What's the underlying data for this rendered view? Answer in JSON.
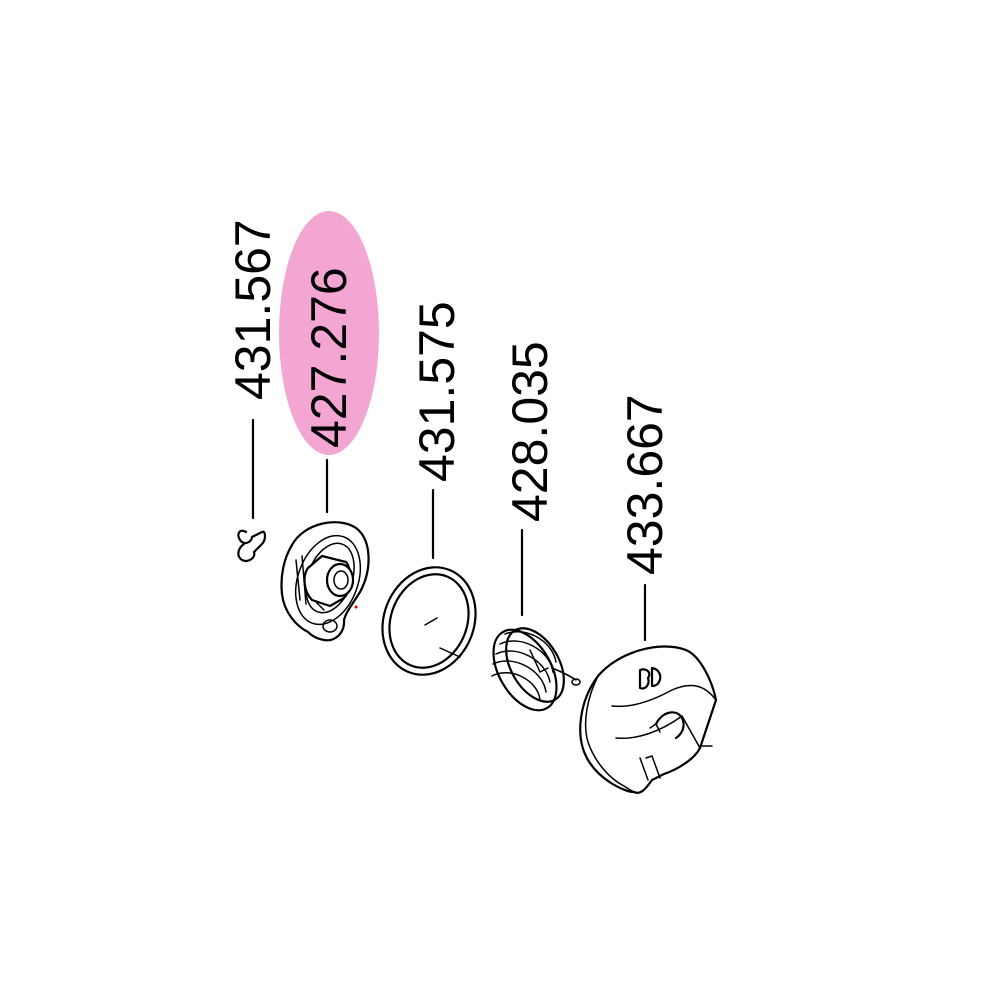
{
  "diagram": {
    "highlight_color": "#f4a6d2",
    "highlighted_part": "427.276",
    "parts": [
      {
        "id": "part-1",
        "number": "431.567",
        "component": "clip-icon"
      },
      {
        "id": "part-2",
        "number": "427.276",
        "component": "hub-flange-icon"
      },
      {
        "id": "part-3",
        "number": "431.575",
        "component": "o-ring-icon"
      },
      {
        "id": "part-4",
        "number": "428.035",
        "component": "coil-spring-icon"
      },
      {
        "id": "part-5",
        "number": "433.667",
        "component": "knob-cap-icon"
      }
    ]
  }
}
